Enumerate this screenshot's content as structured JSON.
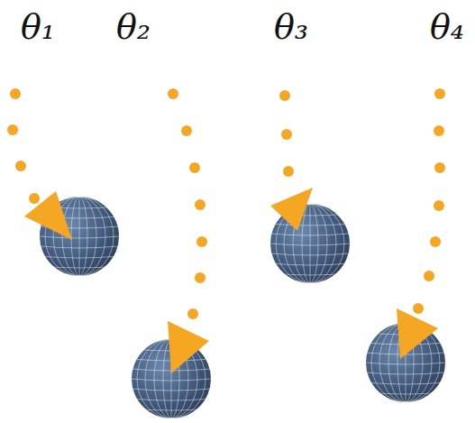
{
  "diagram": {
    "labels": [
      "θ₁",
      "θ₂",
      "θ₃",
      "θ₄"
    ]
  }
}
